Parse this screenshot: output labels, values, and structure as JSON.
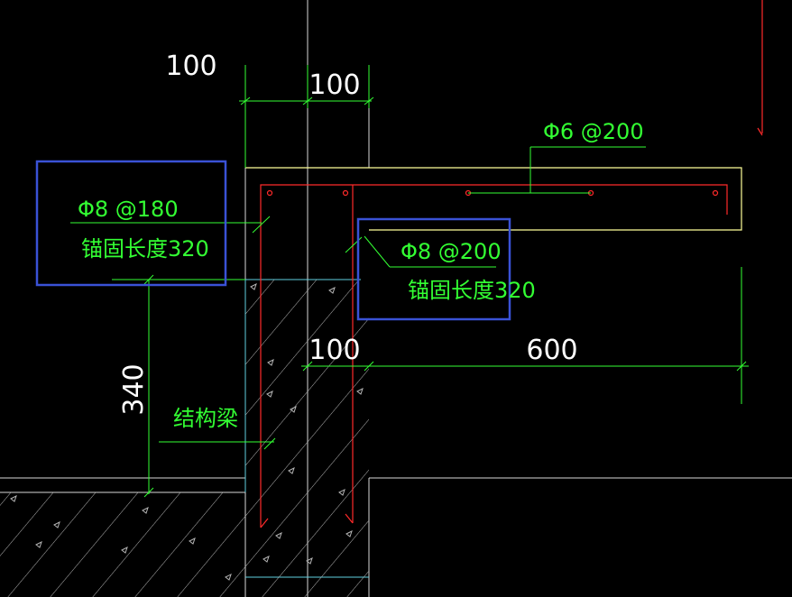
{
  "colors": {
    "background": "#000000",
    "outline": "#ffff99",
    "rebar": "#ff2a2a",
    "label": "#33ff33",
    "dimension_text": "#ffffff",
    "dimension_line": "#33ff33",
    "guide_line": "#d8d8d8",
    "hatch": "#b4b4b4",
    "highlight_box": "#3a52d6",
    "cyan_line": "#5fd0e0"
  },
  "dimensions": {
    "top_left": "100",
    "top_middle": "100",
    "lower_left": "100",
    "lower_right": "600",
    "vertical": "340"
  },
  "labels": {
    "rebar_left": "Φ8 @180",
    "anchor_left": "锚固长度320",
    "rebar_middle": "Φ8 @200",
    "anchor_middle": "锚固长度320",
    "rebar_top": "Φ6 @200",
    "beam": "结构梁"
  }
}
